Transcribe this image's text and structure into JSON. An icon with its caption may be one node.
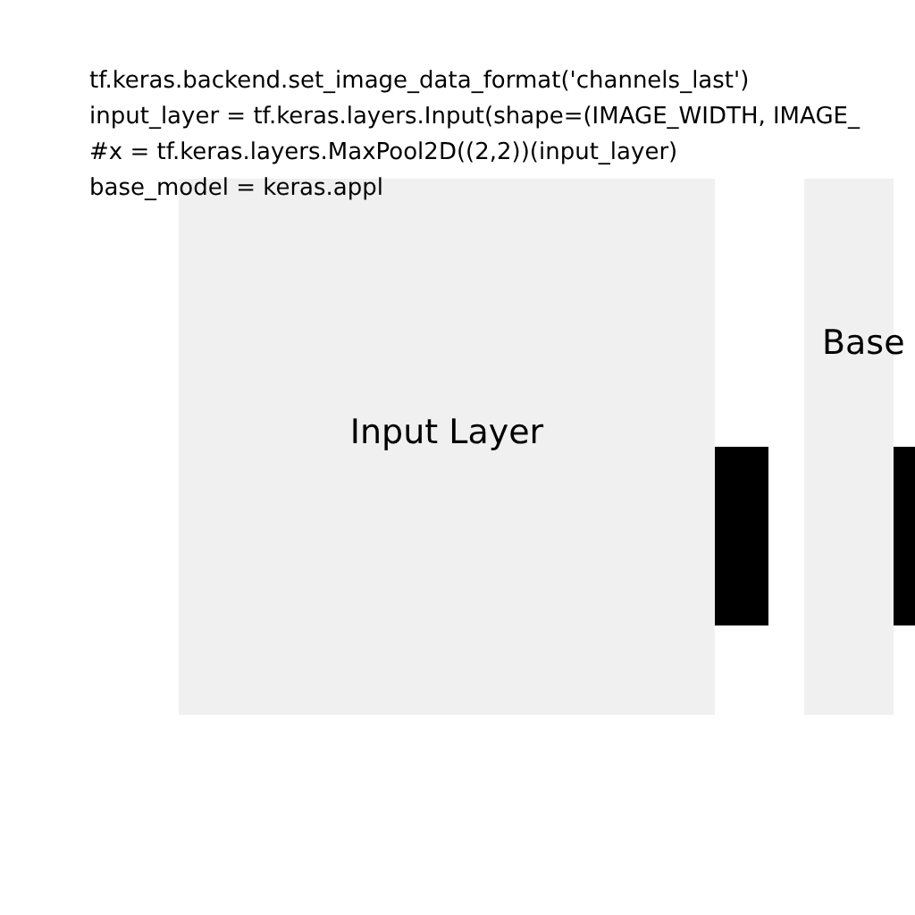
{
  "diagram": {
    "nodes": [
      {
        "text": [
          "Input Layer"
        ]
      },
      {
        "text": [],
        "shape": "bar"
      },
      {
        "text": [
          "Base"
        ]
      },
      {
        "text": [],
        "shape": "bar"
      }
    ],
    "labels": [
      "tf.keras.backend.set_image_data_format('channels_last')",
      "input_layer = tf.keras.layers.Input(shape=(IMAGE_WIDTH, IMAGE_",
      "#x = tf.keras.layers.MaxPool2D((2,2))(input_layer)",
      "base_model = keras.appl"
    ]
  }
}
